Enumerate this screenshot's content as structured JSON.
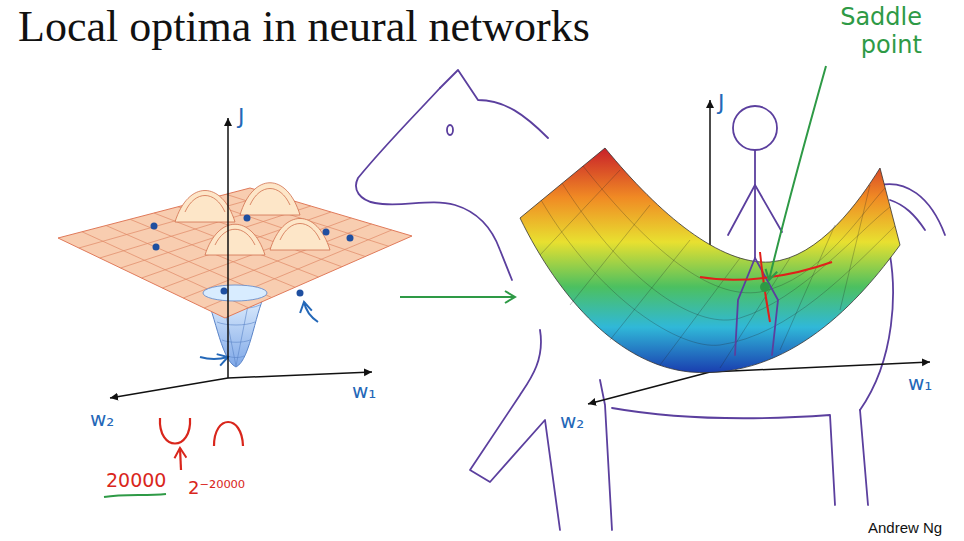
{
  "diagram": {
    "title": "Local optima in neural networks",
    "labels": [
      "J",
      "w₁",
      "w₂",
      "20000",
      "2⁻²⁰⁰⁰⁰",
      "J",
      "Saddle point",
      "w₁",
      "w₂",
      "Andrew Ng"
    ]
  }
}
